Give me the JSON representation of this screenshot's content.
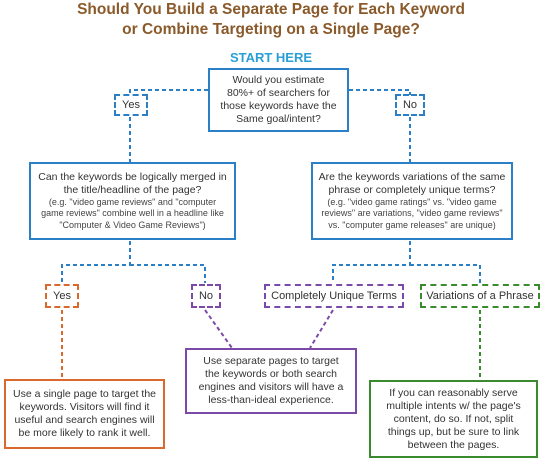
{
  "title": {
    "line1": "Should You Build a Separate Page for Each Keyword",
    "line2": "or Combine Targeting on a Single Page?"
  },
  "start_label": "START HERE",
  "question1": {
    "line1": "Would you estimate",
    "line2": "80%+ of searchers for",
    "line3": "those keywords have the",
    "line4": "Same goal/intent?"
  },
  "yes_top": "Yes",
  "no_top": "No",
  "question_left": {
    "main1": "Can the keywords be logically merged in",
    "main2": "the title/headline of the page?",
    "sub1": "(e.g. \"video game reviews\" and \"computer",
    "sub2": "game reviews\" combine well in a headline like",
    "sub3": "\"Computer & Video Game Reviews\")"
  },
  "question_right": {
    "main1": "Are the keywords variations of the same",
    "main2": "phrase or completely unique terms?",
    "sub1": "(e.g. \"video game ratings\" vs. \"video game",
    "sub2": "reviews\" are variations, \"video game reviews\"",
    "sub3": "vs. \"computer game releases\" are unique)"
  },
  "answers": {
    "yes": "Yes",
    "no": "No",
    "unique": "Completely Unique Terms",
    "variations": "Variations of a Phrase"
  },
  "outcome_single": {
    "line1": "Use a single page to target the",
    "line2": "keywords. Visitors will find it",
    "line3": "useful and search engines will",
    "line4": "be more likely to rank it well."
  },
  "outcome_separate": {
    "line1": "Use separate pages to target",
    "line2": "the keywords or both search",
    "line3": "engines and visitors will have a",
    "line4": "less-than-ideal experience."
  },
  "outcome_multi": {
    "line1": "If you can reasonably serve",
    "line2": "multiple intents w/ the page's",
    "line3": "content, do so. If not, split",
    "line4": "things up, but be sure to link",
    "line5": "between the pages."
  }
}
